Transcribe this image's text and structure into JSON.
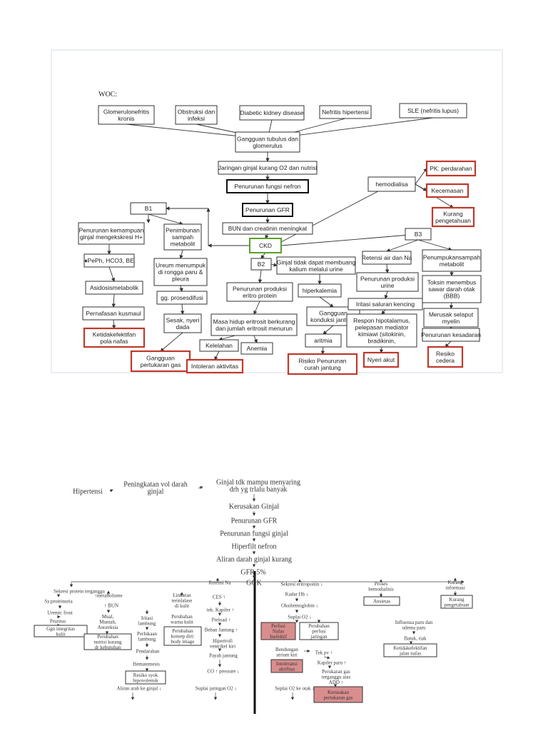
{
  "top": {
    "woc_label": "WOC:",
    "nodes": {
      "n_glom": [
        "Glomerulonefritis",
        "kronis"
      ],
      "n_obst": [
        "Obstruksi dan",
        "infeksi"
      ],
      "n_diab": [
        "Diabetic kidney disease"
      ],
      "n_nefr": [
        "Nefritis hipertensi"
      ],
      "n_sle": [
        "SLE (nefritis lupus)"
      ],
      "n_gang": [
        "Gangguan tubulus dan",
        "glomerulus"
      ],
      "n_jar": [
        "Jaringan ginjal kurang O2 dan nutrisi"
      ],
      "n_penf": [
        "Penurunan fungsi nefron"
      ],
      "n_gfr": [
        "Penurunan GFR"
      ],
      "n_bun": [
        "BUN dan creatinin meningkat"
      ],
      "n_ckd": [
        "CKD"
      ],
      "n_b1": [
        "B1"
      ],
      "n_b2": [
        "B2"
      ],
      "n_b3": [
        "B3"
      ],
      "n_hemo": [
        "hemodialisa"
      ],
      "n_pk": [
        "PK: perdarahan"
      ],
      "n_kec": [
        "Kecemasan"
      ],
      "n_kur": [
        "Kurang",
        "pengetahuan"
      ],
      "n_penk": [
        "Penurunan kemampuan",
        "ginjal mengekskresi H+"
      ],
      "n_pen": [
        "Penimbunan",
        "sampah",
        "metabolit"
      ],
      "n_peph": [
        "♦PePh, HCO3, BE"
      ],
      "n_ureum": [
        "Ureum menumpuk",
        "di rongga paru &",
        "pleura"
      ],
      "n_asid": [
        "Asidosismetabolik"
      ],
      "n_gg": [
        "gg. prosesdifusi"
      ],
      "n_perna": [
        "Pernafasan kusmaul"
      ],
      "n_sesak": [
        "Sesak, nyeri",
        "dada"
      ],
      "n_ketid": [
        "Ketidakefektifan",
        "pola nafas"
      ],
      "n_ggpt": [
        "Gangguan",
        "pertukaran  gas"
      ],
      "n_ginjaltdk": [
        "Ginjal tidak dapat membuang",
        "kalium melalui urine"
      ],
      "n_penprod": [
        "Penurunan produksi",
        "eritro protein"
      ],
      "n_hiper": [
        "hiperkalemia"
      ],
      "n_masa": [
        "Masa hidup eritrosit berkurang",
        "dan jumlah eritrosit menurun"
      ],
      "n_ggkon": [
        "Gangguan",
        "konduksi jantung"
      ],
      "n_aritmia": [
        "aritmia"
      ],
      "n_kelelahan": [
        "Kelelahan"
      ],
      "n_anemia": [
        "Anemia"
      ],
      "n_intol": [
        "Intoleran aktivitas"
      ],
      "n_risikopen": [
        "Risiko Penurunan",
        "curah jantung"
      ],
      "n_retensi": [
        "Retensi air dan Na"
      ],
      "n_penumpuk": [
        "Penumpukansampah",
        "metabolit"
      ],
      "n_penurine": [
        "Penurunan produksi",
        "urine"
      ],
      "n_toksin": [
        "Toksin menembus",
        "sawar darah otak",
        "(BBB)"
      ],
      "n_iritasi": [
        "Iritasi saluran kencing"
      ],
      "n_merusak": [
        "Merusak selaput",
        "myelin"
      ],
      "n_respon": [
        "Respon              hipotalamus,",
        "pelepasan            mediator",
        "kimiawi             (sitokinin,",
        "bradikinin,"
      ],
      "n_penkes": [
        "Penurunan kesadaran"
      ],
      "n_nyeri": [
        "Nyeri akut"
      ],
      "n_risikoc": [
        "Resiko",
        "cedera"
      ]
    }
  },
  "bottom": {
    "nodes": {
      "b_hiper": [
        "Hipertensi"
      ],
      "b_pening": [
        "Peningkatan vol darah",
        "ginjal"
      ],
      "b_ginjal": [
        "Ginjal tdk mampu menyaring",
        "drh yg trlalu banyak"
      ],
      "b_kerus": [
        "Kerusakan Ginjal"
      ],
      "b_gfr": [
        "Penurunan GFR"
      ],
      "b_fungsi": [
        "Penurunan fungsi ginjal"
      ],
      "b_hipernef": [
        "Hiperfilt nefron"
      ],
      "b_aliran": [
        "Aliran darah ginjal kurang"
      ],
      "b_gfr5": [
        "GFR   5%"
      ],
      "b_ggk": [
        "GGK"
      ],
      "b_sekresi": [
        "Sekresi protein terganggu"
      ],
      "b_retna": [
        "Retensi Na"
      ],
      "b_sekeri": [
        "Sekresi eritropoitin ↓"
      ],
      "b_proses": [
        "Proses",
        "hemodialisis"
      ],
      "b_kurang": [
        "Kurang",
        "informasi"
      ],
      "b_psuria": [
        "Sy.proteinuria"
      ],
      "b_pmeta": [
        "↑metabolisme"
      ],
      "b_lnkar": [
        "Linkaran",
        "terinlalase",
        "di kulit"
      ],
      "b_cesp": [
        "CES ↑"
      ],
      "b_kadar": [
        "Kadar Hb ↓"
      ],
      "b_ansietas": [
        "Ansietas"
      ],
      "b_kurpeng": [
        "Kurang",
        "pengetahuan"
      ],
      "b_uremic": [
        "Uremic frost"
      ],
      "b_bun": [
        "↑ BUN"
      ],
      "b_perub": [
        "Perubahan",
        "warna kulit"
      ],
      "b_tek": [
        "tek. Kapiler ↑"
      ],
      "b_oksi": [
        "Oksihemoglobin ↓"
      ],
      "b_pruritus": [
        "Pruritus"
      ],
      "b_mual": [
        "Mual,",
        "Muntah,",
        "Anoreksia"
      ],
      "b_iritasi": [
        "Iritasi",
        "lambung"
      ],
      "b_preload": [
        "Preload ↑"
      ],
      "b_suplai": [
        "Suplai O2 ↓"
      ],
      "b_integritas": [
        "Ggn integritas",
        "kulit"
      ],
      "b_penkon": [
        "Perubahan",
        "konsep diri:",
        "body image"
      ],
      "b_beban": [
        "Beban Jantung ↑"
      ],
      "b_perf": [
        "Perfusi",
        "Nafas",
        "Inefektif"
      ],
      "b_perfusi": [
        "Perubahan",
        "perfusi",
        "jaringan"
      ],
      "b_influenza": [
        "Influenza paru dan",
        "udema paru"
      ],
      "b_nutrisi": [
        "Perubahan",
        "nutrisi kurang",
        "dr kebutuhan"
      ],
      "b_perluk": [
        "Perlukaan",
        "lambung"
      ],
      "b_hipertrofi": [
        "Hipertrofi",
        "ventrikel kiri"
      ],
      "b_batuk": [
        "Batuk, riak"
      ],
      "b_pendarah": [
        "Pendarahan"
      ],
      "b_payah": [
        "Payah jantung"
      ],
      "b_bendung": [
        "Bendungan",
        "atrium kiri"
      ],
      "b_tekpv": [
        "Tek pv ↑"
      ],
      "b_ketbersih": [
        "Ketidakefektifan",
        "jalan nafas"
      ],
      "b_hemat": [
        "Hematemesis"
      ],
      "b_intol2": [
        "Intoleransi",
        "aktifitas"
      ],
      "b_kapiler": [
        "Kapiler paru ↑"
      ],
      "b_risiko": [
        "Resiko syok",
        "hipovolemik"
      ],
      "b_copres": [
        "CO ↑ pressure ↓"
      ],
      "b_perukar": [
        "Perukaran gas",
        "terganggu atas",
        "ADD ↑"
      ],
      "b_keb": [
        "Kerusakan",
        "pertukaran gas"
      ],
      "b_alir": [
        "Aliran arah ke ginjal ↓"
      ],
      "b_suplaijar": [
        "Suplai jaringan O2 ↓"
      ],
      "b_suplaiotak": [
        "Suplai O2 ke otak ↓"
      ]
    }
  }
}
